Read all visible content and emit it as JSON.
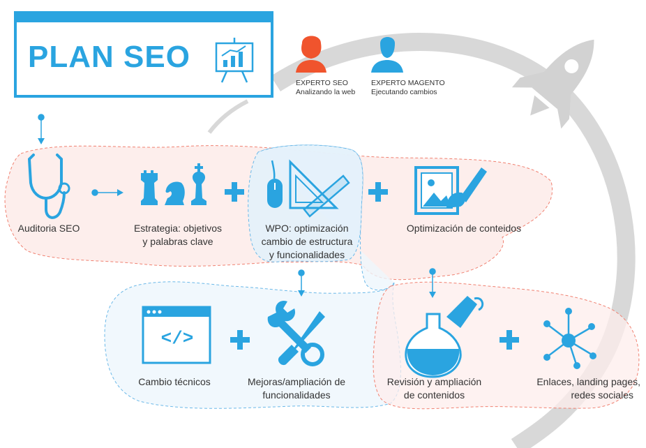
{
  "title": "PLAN SEO",
  "roles": [
    {
      "name": "EXPERTO SEO",
      "task": "Analizando la web",
      "color": "#f0542d"
    },
    {
      "name": "EXPERTO MAGENTO",
      "task": "Ejecutando cambios",
      "color": "#2aa4e0"
    }
  ],
  "steps": {
    "auditoria": "Auditoria SEO",
    "estrategia": [
      "Estrategia: objetivos",
      "y palabras clave"
    ],
    "wpo": [
      "WPO: optimización",
      "cambio de estructura",
      "y funcionalidades"
    ],
    "optimizacion": "Optimización de conteidos",
    "cambio": "Cambio técnicos",
    "mejoras": [
      "Mejoras/ampliación de",
      "funcionalidades"
    ],
    "revision": [
      "Revisión y ampliación",
      "de contenidos"
    ],
    "enlaces": [
      "Enlaces, landing pages,",
      "redes sociales"
    ]
  },
  "code_glyph": "</>",
  "colors": {
    "blue": "#2aa4e0",
    "orange": "#f0542d",
    "gray": "#d2d2d2",
    "text": "#333333"
  }
}
